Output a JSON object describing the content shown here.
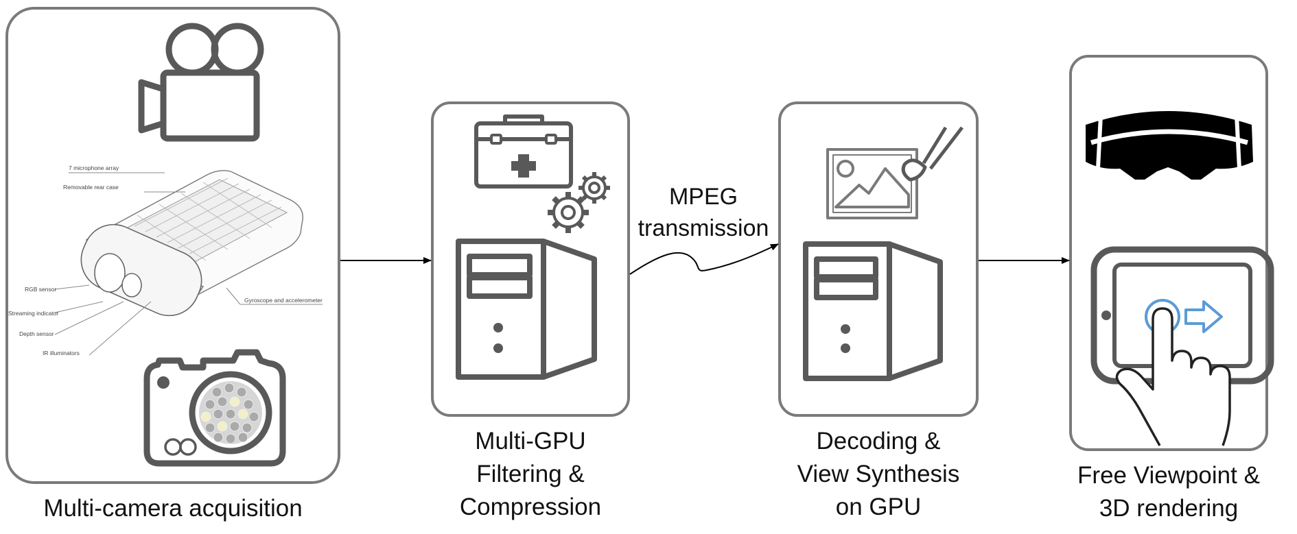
{
  "stages": [
    {
      "id": "acquisition",
      "lines": [
        "Multi-camera acquisition"
      ]
    },
    {
      "id": "filtering",
      "lines": [
        "Multi-GPU",
        "Filtering &",
        "Compression"
      ]
    },
    {
      "id": "synthesis",
      "lines": [
        "Decoding &",
        "View Synthesis",
        "on GPU"
      ]
    },
    {
      "id": "rendering",
      "lines": [
        "Free Viewpoint &",
        "3D rendering"
      ]
    }
  ],
  "edges": [
    {
      "from": "acquisition",
      "to": "filtering",
      "lines": []
    },
    {
      "from": "filtering",
      "to": "synthesis",
      "lines": [
        "MPEG",
        "transmission"
      ]
    },
    {
      "from": "synthesis",
      "to": "rendering",
      "lines": []
    }
  ],
  "sensor_callouts": [
    "7 microphone array",
    "Removable rear case",
    "RGB sensor",
    "Streaming indicator",
    "Depth sensor",
    "IR illuminators",
    "Gyroscope and accelerometer"
  ],
  "icons": {
    "acquisition": [
      "video-camera-icon",
      "depth-sensor-device-icon",
      "photo-camera-icon"
    ],
    "filtering": [
      "toolbox-icon",
      "gears-icon",
      "computer-tower-icon"
    ],
    "synthesis": [
      "image-paintbrush-icon",
      "computer-tower-icon"
    ],
    "rendering": [
      "vr-headset-icon",
      "tablet-touch-icon"
    ]
  },
  "colors": {
    "box_border": "#7a7a7a",
    "icon_dark": "#595959",
    "arrow": "#000000",
    "accent_blue": "#5b9bd5"
  }
}
